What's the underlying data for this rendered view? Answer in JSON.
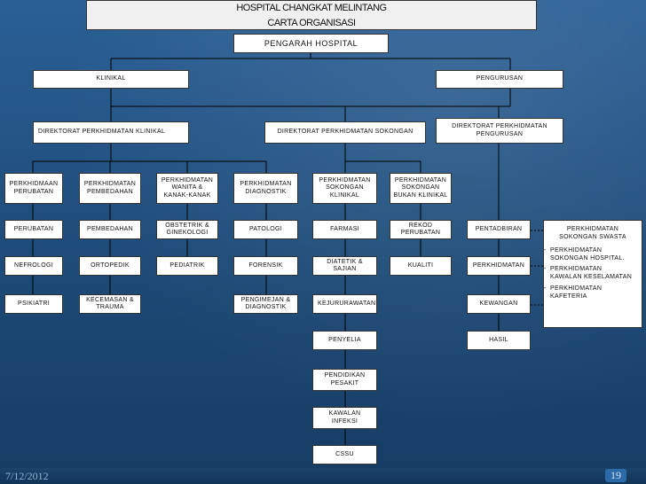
{
  "title": {
    "line1": "HOSPITAL CHANGKAT MELINTANG",
    "line2": "CARTA ORGANISASI"
  },
  "root": "PENGARAH HOSPITAL",
  "divisions": {
    "klinikal": "KLINIKAL",
    "pengurusan": "PENGURUSAN"
  },
  "directorates": {
    "klinikal": "DIREKTORAT PERKHIDMATAN KLINIKAL",
    "sokongan": "DIREKTORAT PERKHIDMATAN SOKONGAN",
    "pengurusan": "DIREKTORAT PERKHIDMATAN\nPENGURUSAN"
  },
  "columns": {
    "perubatan": {
      "head": "PERKHIDMAAN\nPERUBATAN",
      "items": [
        "PERUBATAN",
        "NEFROLOGI",
        "PSIKIATRI"
      ]
    },
    "pembedahan": {
      "head": "PERKHIDMATAN\nPEMBEDAHAN",
      "items": [
        "PEMBEDAHAN",
        "ORTOPEDIK",
        "KECEMASAN &\nTRAUMA"
      ]
    },
    "wanita": {
      "head": "PERKHIDMATAN\nWANITA &\nKANAK-KANAK",
      "items": [
        "OBSTETRIK &\nGINEKOLOGI",
        "PEDIATRIK"
      ]
    },
    "diagnostik": {
      "head": "PERKHIDMATAN\nDIAGNOSTIK",
      "items": [
        "PATOLOGI",
        "FORENSIK",
        "PENGIMEJAN &\nDIAGNOSTIK"
      ]
    },
    "sokongan_klinikal": {
      "head": "PERKHIDMATAN\nSOKONGAN\nKLINIKAL",
      "items": [
        "FARMASI",
        "DIATETIK &\nSAJIAN",
        "KEJURURAWATAN",
        "PENYELIA",
        "PENDIDIKAN\nPESAKIT",
        "KAWALAN\nINFEKSI",
        "CSSU"
      ]
    },
    "sokongan_bukan": {
      "head": "PERKHIDMATAN\nSOKONGAN\nBUKAN KLINIKAL",
      "items": [
        "REKOD\nPERUBATAN",
        "KUALITI"
      ]
    },
    "pengurusan": {
      "items": [
        "PENTADBIRAN",
        "PERKHIDMATAN",
        "KEWANGAN",
        "HASIL"
      ]
    }
  },
  "swasta": {
    "head": "PERKHIDMATAN\nSOKONGAN SWASTA",
    "items": [
      "PERKHIDMATAN\nSOKONGAN HOSPITAL.",
      "PERKHIDMATAN\nKAWALAN KESELAMATAN",
      "PERKHIDMATAN\nKAFETERIA"
    ]
  },
  "footer": {
    "date": "7/12/2012",
    "page": "19"
  }
}
